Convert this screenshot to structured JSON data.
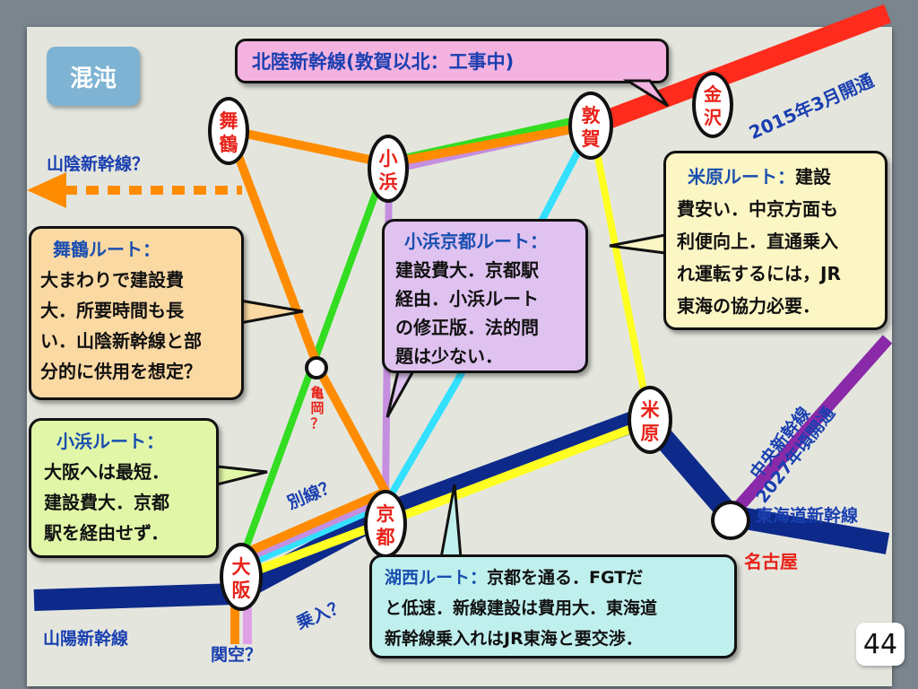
{
  "header": {
    "tag": "混沌",
    "title": "北陸新幹線(敦賀以北：工事中)"
  },
  "stations": {
    "maizuru": "舞\n鶴",
    "obama": "小\n浜",
    "tsuruga": "敦\n賀",
    "kanazawa": "金\n沢",
    "kyoto": "京\n都",
    "osaka": "大\n阪",
    "maibara": "米\n原",
    "kameoka": "亀\n岡\n？",
    "nagoya": "名古屋"
  },
  "labels": {
    "sanin": "山陰新幹線？",
    "sanyo": "山陽新幹線",
    "kansai": "関空？",
    "bessen": "別線？",
    "norikomi": "乗入？",
    "tokaido": "東海道新幹線",
    "kanazawa_open": "2015年3月開通",
    "chuo_open": "中央新幹線\n2027年頃開通"
  },
  "callouts": {
    "maizuru": {
      "title": "舞鶴ルート：",
      "body": "大まわりで建設費\n大．所要時間も長\nい．山陰新幹線と部\n分的に供用を想定？"
    },
    "obama": {
      "title": "小浜ルート：",
      "body": "大阪へは最短．\n建設費大．京都\n駅を経由せず．"
    },
    "obama_kyoto": {
      "title": "小浜京都ルート：",
      "body": "建設費大．京都駅\n経由．小浜ルート\nの修正版．法的問\n題は少ない．"
    },
    "maibara": {
      "title": "米原ルート：",
      "body": "建設\n費安い．中京方面も\n利便向上．直通乗入\nれ運転するには，JR\n東海の協力必要．"
    },
    "kosei": {
      "title": "湖西ルート：",
      "body": "京都を通る．FGTだ\nと低速．新線建設は費用大．東海道\n新幹線乗入れはJR東海と要交渉．"
    }
  },
  "page_number": "44",
  "colors": {
    "hokuriku": "#ff2b1c",
    "maizuru_route": "#ff8c00",
    "obama_route": "#33dd22",
    "obama_kyoto_route": "#c58fe0",
    "kosei_route": "#33e0ff",
    "maibara_route": "#ffff22",
    "tokaido": "#0d2a8a",
    "chuo": "#8a2aa8",
    "station_text": "#e8231a",
    "label_blue": "#1a3fb0"
  }
}
